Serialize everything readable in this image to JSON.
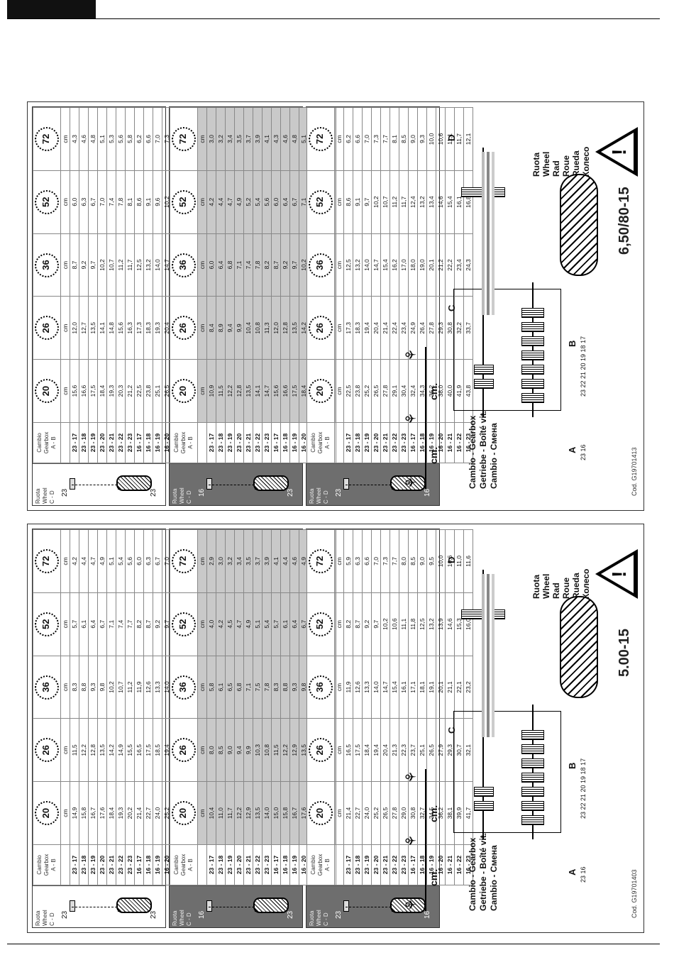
{
  "headers": {
    "ruota": [
      "Ruota",
      "Wheel",
      "C - D"
    ],
    "cambio": [
      "Cambio",
      "Gearbox",
      "A - B"
    ],
    "unit": "cm",
    "teeth": [
      "20",
      "26",
      "36",
      "52",
      "72"
    ]
  },
  "gearbox_rows": [
    "23 - 17",
    "23 - 18",
    "23 - 19",
    "23 - 20",
    "23 - 21",
    "23 - 22",
    "23 - 23",
    "16 - 17",
    "16 - 18",
    "16 - 19",
    "16 - 20",
    "16 - 21",
    "16 - 22",
    "16 - 23"
  ],
  "panels": [
    {
      "size": "5.00-15",
      "code": "Cod. G19701403",
      "blocks": [
        {
          "gear_top": "23",
          "gear_bottom": "23",
          "dark": false,
          "shade": false,
          "rows": [
            [
              "14,9",
              "11,5",
              "8,3",
              "5,7",
              "4,2"
            ],
            [
              "15,8",
              "12,2",
              "8,8",
              "6,1",
              "4,4"
            ],
            [
              "16,7",
              "12,8",
              "9,3",
              "6,4",
              "4,7"
            ],
            [
              "17,6",
              "13,5",
              "9,8",
              "6,7",
              "4,9"
            ],
            [
              "18,4",
              "14,2",
              "10,2",
              "7,1",
              "5,1"
            ],
            [
              "19,3",
              "14,9",
              "10,7",
              "7,4",
              "5,4"
            ],
            [
              "20,2",
              "15,5",
              "11,2",
              "7,7",
              "5,6"
            ],
            [
              "21,4",
              "16,5",
              "11,9",
              "8,2",
              "6,0"
            ],
            [
              "22,7",
              "17,5",
              "12,6",
              "8,7",
              "6,3"
            ],
            [
              "24,0",
              "18,5",
              "13,3",
              "9,2",
              "6,7"
            ],
            [
              "25,2",
              "19,4",
              "14,0",
              "9,7",
              "7,0"
            ],
            [
              "26,5",
              "20,4",
              "14,7",
              "10,2",
              "7,4"
            ],
            [
              "27,8",
              "21,4",
              "15,4",
              "10,7",
              "7,7"
            ],
            [
              "29,1",
              "22,5",
              "16,1",
              "11,2",
              "8,1"
            ]
          ]
        },
        {
          "gear_top": "16",
          "gear_bottom": "23",
          "dark": true,
          "shade": true,
          "rows": [
            [
              "10,4",
              "8,0",
              "5,8",
              "4,0",
              "2,9"
            ],
            [
              "11,0",
              "8,5",
              "6,1",
              "4,2",
              "3,0"
            ],
            [
              "11,7",
              "9,0",
              "6,5",
              "4,5",
              "3,2"
            ],
            [
              "12,2",
              "9,4",
              "6,8",
              "4,7",
              "3,4"
            ],
            [
              "12,9",
              "9,9",
              "7,1",
              "4,9",
              "3,5"
            ],
            [
              "13,5",
              "10,3",
              "7,5",
              "5,1",
              "3,7"
            ],
            [
              "14,0",
              "10,8",
              "7,8",
              "5,4",
              "3,9"
            ],
            [
              "15,0",
              "11,5",
              "8,3",
              "5,7",
              "4,1"
            ],
            [
              "15,8",
              "12,2",
              "8,8",
              "6,1",
              "4,4"
            ],
            [
              "16,7",
              "12,9",
              "9,3",
              "6,4",
              "4,6"
            ],
            [
              "17,6",
              "13,5",
              "9,8",
              "6,7",
              "4,9"
            ],
            [
              "18,5",
              "14,2",
              "10,3",
              "7,1",
              "5,1"
            ],
            [
              "19,4",
              "14,9",
              "10,8",
              "7,4",
              "5,4"
            ],
            [
              "20,2",
              "15,5",
              "11,3",
              "7,7",
              "5,6"
            ]
          ]
        },
        {
          "gear_top": "23",
          "gear_bottom": "16",
          "dark": true,
          "shade": false,
          "rows": [
            [
              "21,4",
              "16,5",
              "11,9",
              "8,2",
              "5,9"
            ],
            [
              "22,7",
              "17,5",
              "12,6",
              "8,7",
              "6,3"
            ],
            [
              "24,0",
              "18,4",
              "13,3",
              "9,2",
              "6,6"
            ],
            [
              "25,2",
              "19,4",
              "14,0",
              "9,7",
              "7,0"
            ],
            [
              "26,5",
              "20,4",
              "14,7",
              "10,2",
              "7,3"
            ],
            [
              "27,8",
              "21,3",
              "15,4",
              "10,6",
              "7,7"
            ],
            [
              "29,0",
              "22,3",
              "16,1",
              "11,1",
              "8,0"
            ],
            [
              "30,8",
              "23,7",
              "17,1",
              "11,8",
              "8,5"
            ],
            [
              "32,7",
              "25,1",
              "18,1",
              "12,5",
              "9,0"
            ],
            [
              "34,5",
              "26,5",
              "19,1",
              "13,2",
              "9,5"
            ],
            [
              "36,2",
              "27,9",
              "20,1",
              "13,9",
              "10,0"
            ],
            [
              "38,1",
              "29,3",
              "21,1",
              "14,6",
              "10,6"
            ],
            [
              "39,9",
              "30,7",
              "22,1",
              "15,3",
              "11,0"
            ],
            [
              "41,7",
              "32,1",
              "23,2",
              "16,0",
              "11,6"
            ]
          ]
        }
      ]
    },
    {
      "size": "6,50/80-15",
      "code": "Cod. G19701413",
      "blocks": [
        {
          "gear_top": "23",
          "gear_bottom": "23",
          "dark": false,
          "shade": false,
          "rows": [
            [
              "15,6",
              "12,0",
              "8,7",
              "6,0",
              "4,3"
            ],
            [
              "16,6",
              "12,7",
              "9,2",
              "6,3",
              "4,6"
            ],
            [
              "17,5",
              "13,5",
              "9,7",
              "6,7",
              "4,8"
            ],
            [
              "18,4",
              "14,1",
              "10,2",
              "7,0",
              "5,1"
            ],
            [
              "19,3",
              "14,8",
              "10,7",
              "7,4",
              "5,3"
            ],
            [
              "20,3",
              "15,6",
              "11,2",
              "7,8",
              "5,6"
            ],
            [
              "21,2",
              "16,3",
              "11,7",
              "8,1",
              "5,8"
            ],
            [
              "22,5",
              "17,3",
              "12,5",
              "8,6",
              "6,2"
            ],
            [
              "23,8",
              "18,3",
              "13,2",
              "9,1",
              "6,6"
            ],
            [
              "25,1",
              "19,3",
              "14,0",
              "9,6",
              "7,0"
            ],
            [
              "26,5",
              "20,4",
              "14,7",
              "10,2",
              "7,3"
            ],
            [
              "27,8",
              "21,4",
              "15,4",
              "10,7",
              "7,7"
            ],
            [
              "29,1",
              "22,4",
              "16,2",
              "11,2",
              "8,1"
            ],
            [
              "30,4",
              "23,4",
              "16,9",
              "11,7",
              "8,4"
            ]
          ]
        },
        {
          "gear_top": "16",
          "gear_bottom": "23",
          "dark": true,
          "shade": true,
          "rows": [
            [
              "10,9",
              "8,4",
              "6,0",
              "4,2",
              "3,0"
            ],
            [
              "11,5",
              "8,9",
              "6,4",
              "4,4",
              "3,2"
            ],
            [
              "12,2",
              "9,4",
              "6,8",
              "4,7",
              "3,4"
            ],
            [
              "12,8",
              "9,9",
              "7,1",
              "4,9",
              "3,5"
            ],
            [
              "13,5",
              "10,4",
              "7,4",
              "5,2",
              "3,7"
            ],
            [
              "14,1",
              "10,8",
              "7,8",
              "5,4",
              "3,9"
            ],
            [
              "14,7",
              "11,3",
              "8,2",
              "5,6",
              "4,1"
            ],
            [
              "15,6",
              "12,0",
              "8,7",
              "6,0",
              "4,3"
            ],
            [
              "16,6",
              "12,8",
              "9,2",
              "6,4",
              "4,6"
            ],
            [
              "17,5",
              "13,5",
              "9,7",
              "6,7",
              "4,8"
            ],
            [
              "18,4",
              "14,2",
              "10,2",
              "7,1",
              "5,1"
            ],
            [
              "19,3",
              "14,9",
              "10,7",
              "7,5",
              "5,3"
            ],
            [
              "20,2",
              "15,6",
              "11,3",
              "7,8",
              "5,6"
            ],
            [
              "21,2",
              "16,3",
              "11,8",
              "8,1",
              "5,9"
            ]
          ]
        },
        {
          "gear_top": "23",
          "gear_bottom": "16",
          "dark": true,
          "shade": false,
          "rows": [
            [
              "22,5",
              "17,3",
              "12,5",
              "8,6",
              "6,2"
            ],
            [
              "23,8",
              "18,3",
              "13,2",
              "9,1",
              "6,6"
            ],
            [
              "25,2",
              "19,4",
              "14,0",
              "9,7",
              "7,0"
            ],
            [
              "26,5",
              "20,4",
              "14,7",
              "10,2",
              "7,3"
            ],
            [
              "27,8",
              "21,4",
              "15,4",
              "10,7",
              "7,7"
            ],
            [
              "29,1",
              "22,4",
              "16,2",
              "11,2",
              "8,1"
            ],
            [
              "30,4",
              "23,4",
              "17,0",
              "11,7",
              "8,5"
            ],
            [
              "32,4",
              "24,9",
              "18,0",
              "12,4",
              "9,0"
            ],
            [
              "34,3",
              "26,4",
              "19,0",
              "13,2",
              "9,3"
            ],
            [
              "36,2",
              "27,8",
              "20,1",
              "13,4",
              "10,0"
            ],
            [
              "38,0",
              "29,3",
              "21,2",
              "14,6",
              "10,6"
            ],
            [
              "40,0",
              "30,8",
              "22,2",
              "15,4",
              "11,1"
            ],
            [
              "41,9",
              "32,2",
              "23,4",
              "16,1",
              "11,7"
            ],
            [
              "43,8",
              "33,7",
              "24,3",
              "16,8",
              "12,1"
            ]
          ]
        }
      ]
    }
  ],
  "diagram": {
    "cm": "cm.",
    "gearbox_title": [
      "Cambio - Gearbox",
      "Getriebe - Boîté vit.",
      "Cambio - Смена"
    ],
    "label_a": "A",
    "label_a_nums": "23  16",
    "label_b": "B",
    "label_b_nums": "23 22 21 20 19 18 17",
    "label_c": "C",
    "label_d": "D",
    "wheel_label": [
      "Ruota",
      "Wheel",
      "Rad",
      "Roue",
      "Rueda",
      "Колесо"
    ]
  },
  "icons": [
    "warning-triangle-icon",
    "gear-icon",
    "tyre-icon",
    "seedling-icon"
  ]
}
